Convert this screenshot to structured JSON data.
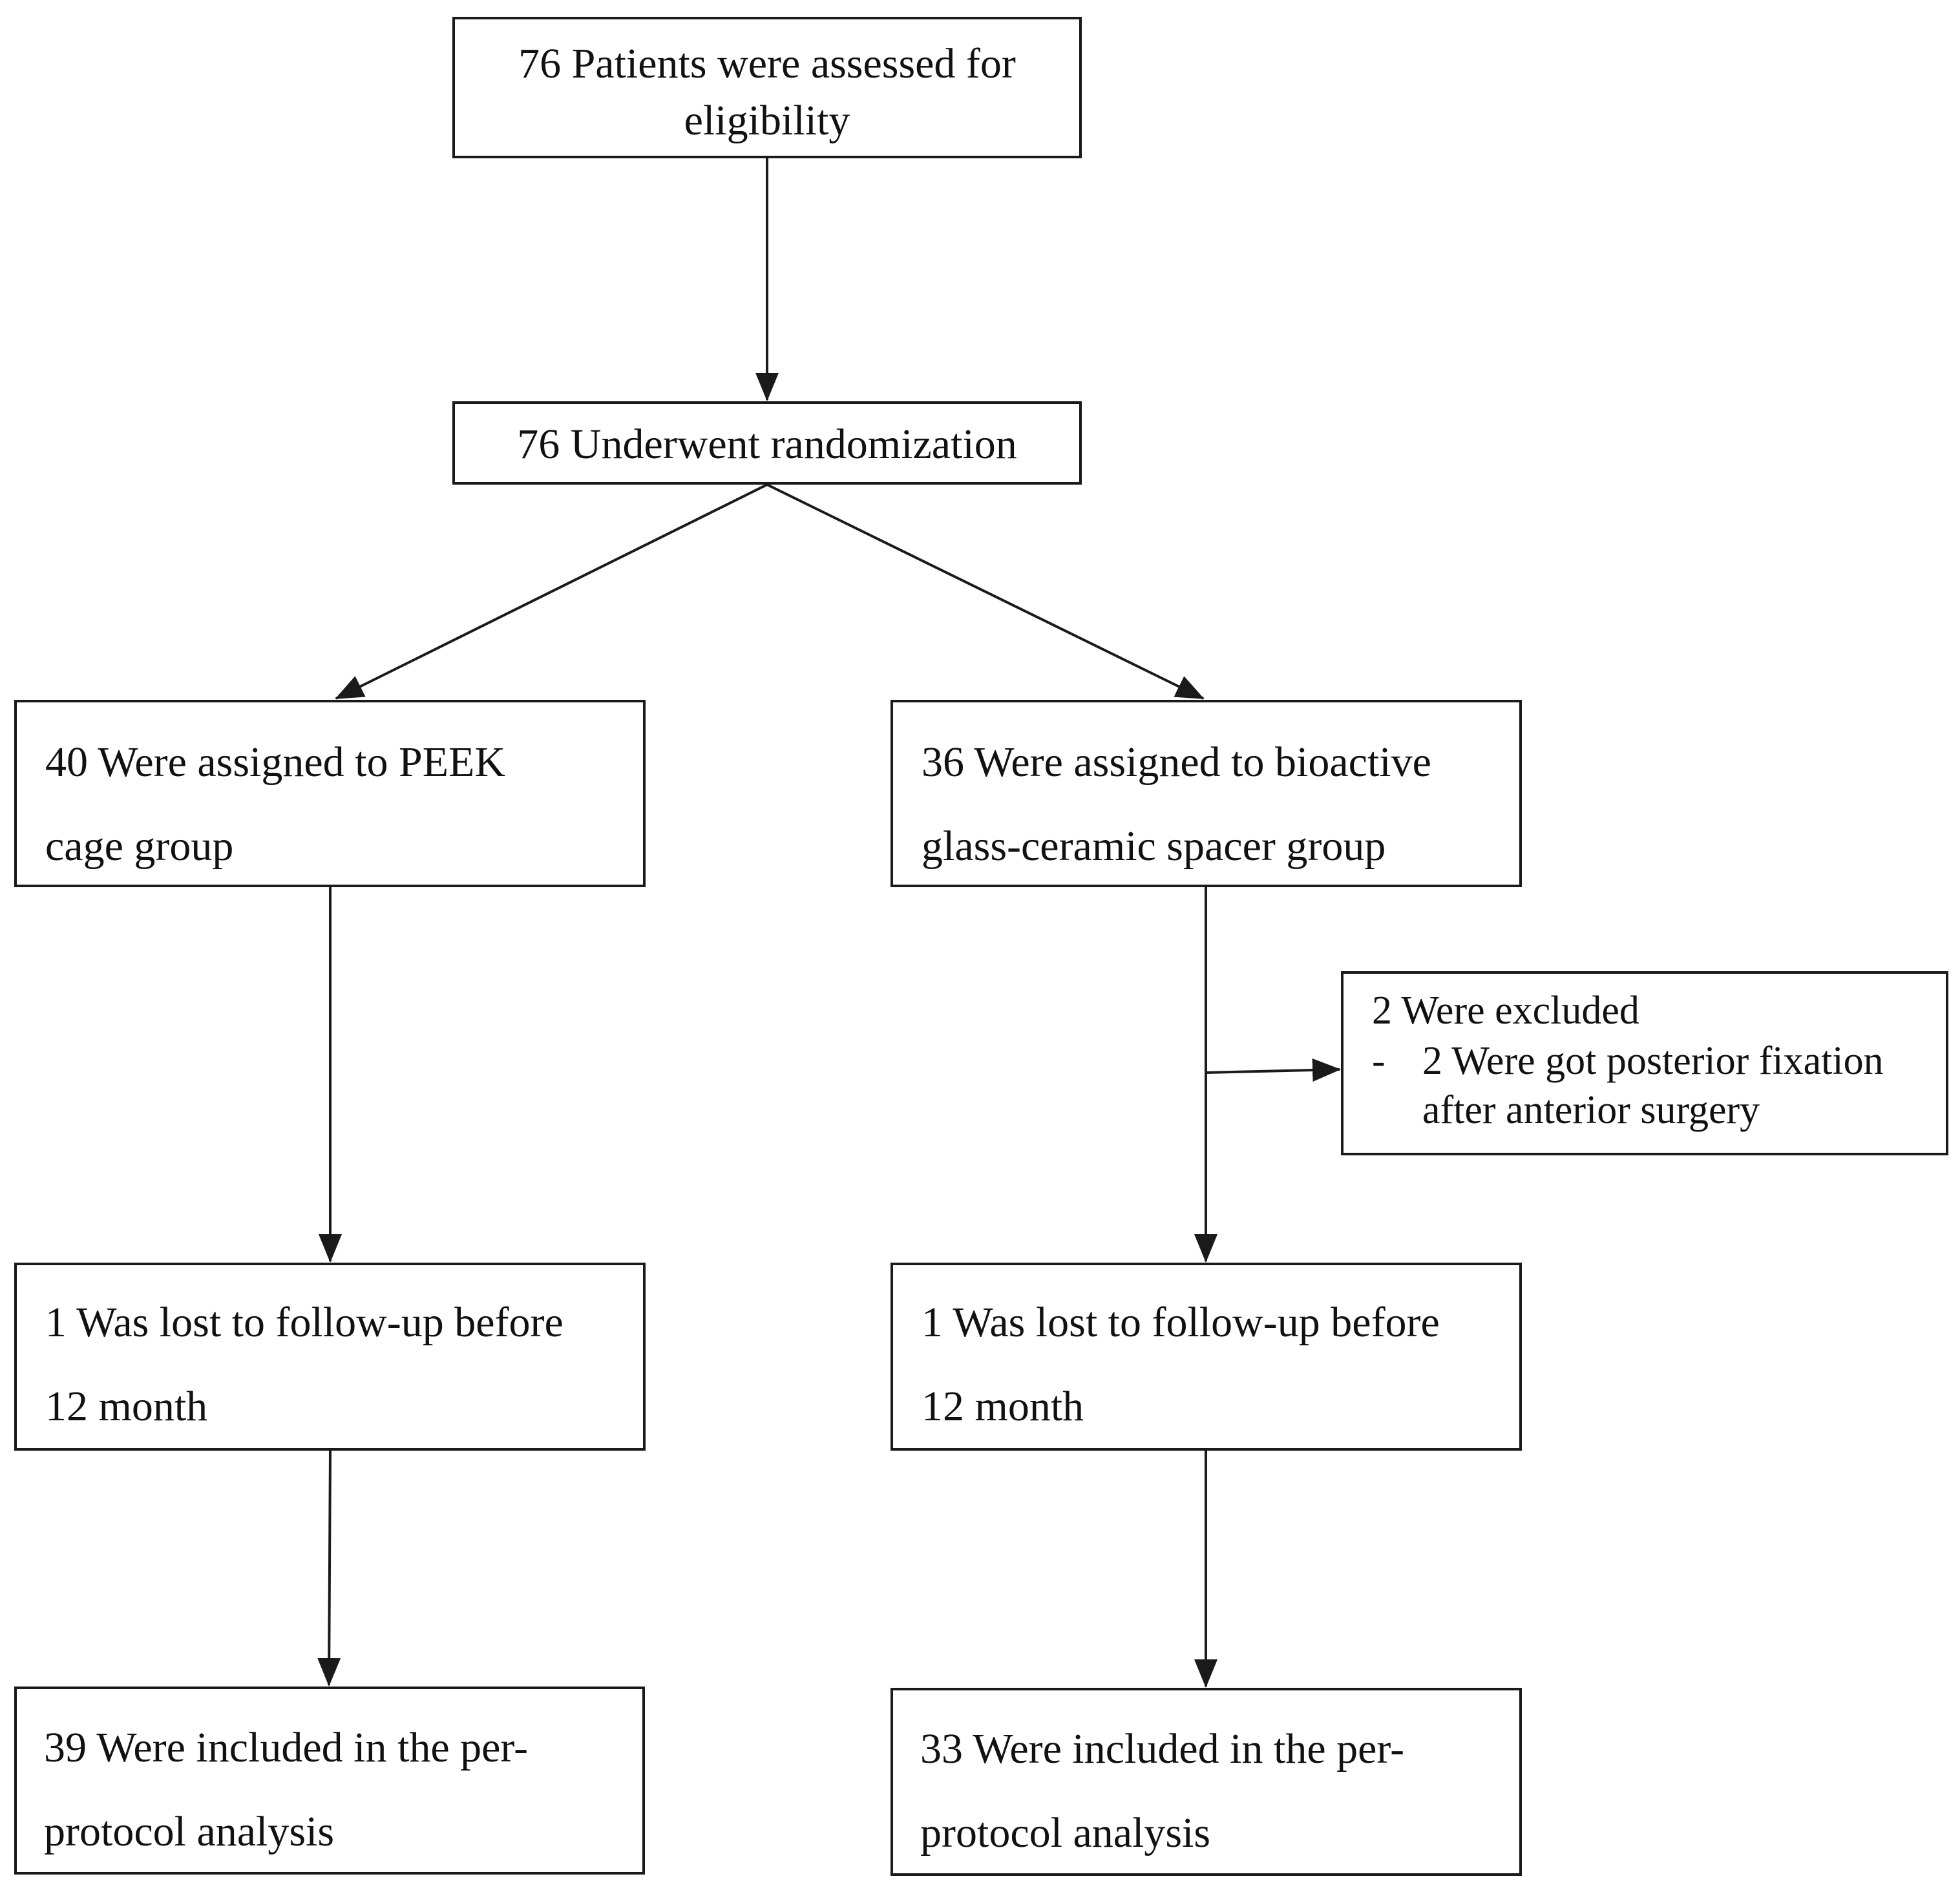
{
  "nodes": {
    "eligibility": {
      "line1": "76 Patients were assessed for",
      "line2": "eligibility"
    },
    "randomization": {
      "line1": "76 Underwent randomization"
    },
    "peek_group": {
      "line1": "40 Were assigned to PEEK",
      "line2": "cage group"
    },
    "bioactive_group": {
      "line1": "36 Were assigned to bioactive",
      "line2": "glass-ceramic spacer group"
    },
    "excluded": {
      "heading": "2 Were excluded",
      "bullet_marker": "-",
      "bullet_line1": "2 Were got posterior fixation",
      "bullet_line2": "after anterior surgery"
    },
    "lost_left": {
      "line1": "1 Was lost to follow-up before",
      "line2": "12 month"
    },
    "lost_right": {
      "line1": "1 Was lost to follow-up before",
      "line2": "12 month"
    },
    "included_left": {
      "line1": "39 Were included in the per-",
      "line2": "protocol analysis"
    },
    "included_right": {
      "line1": "33 Were included in the per-",
      "line2": "protocol analysis"
    }
  },
  "colors": {
    "line": "#1a1a1a",
    "background": "#ffffff",
    "text": "#111111"
  }
}
